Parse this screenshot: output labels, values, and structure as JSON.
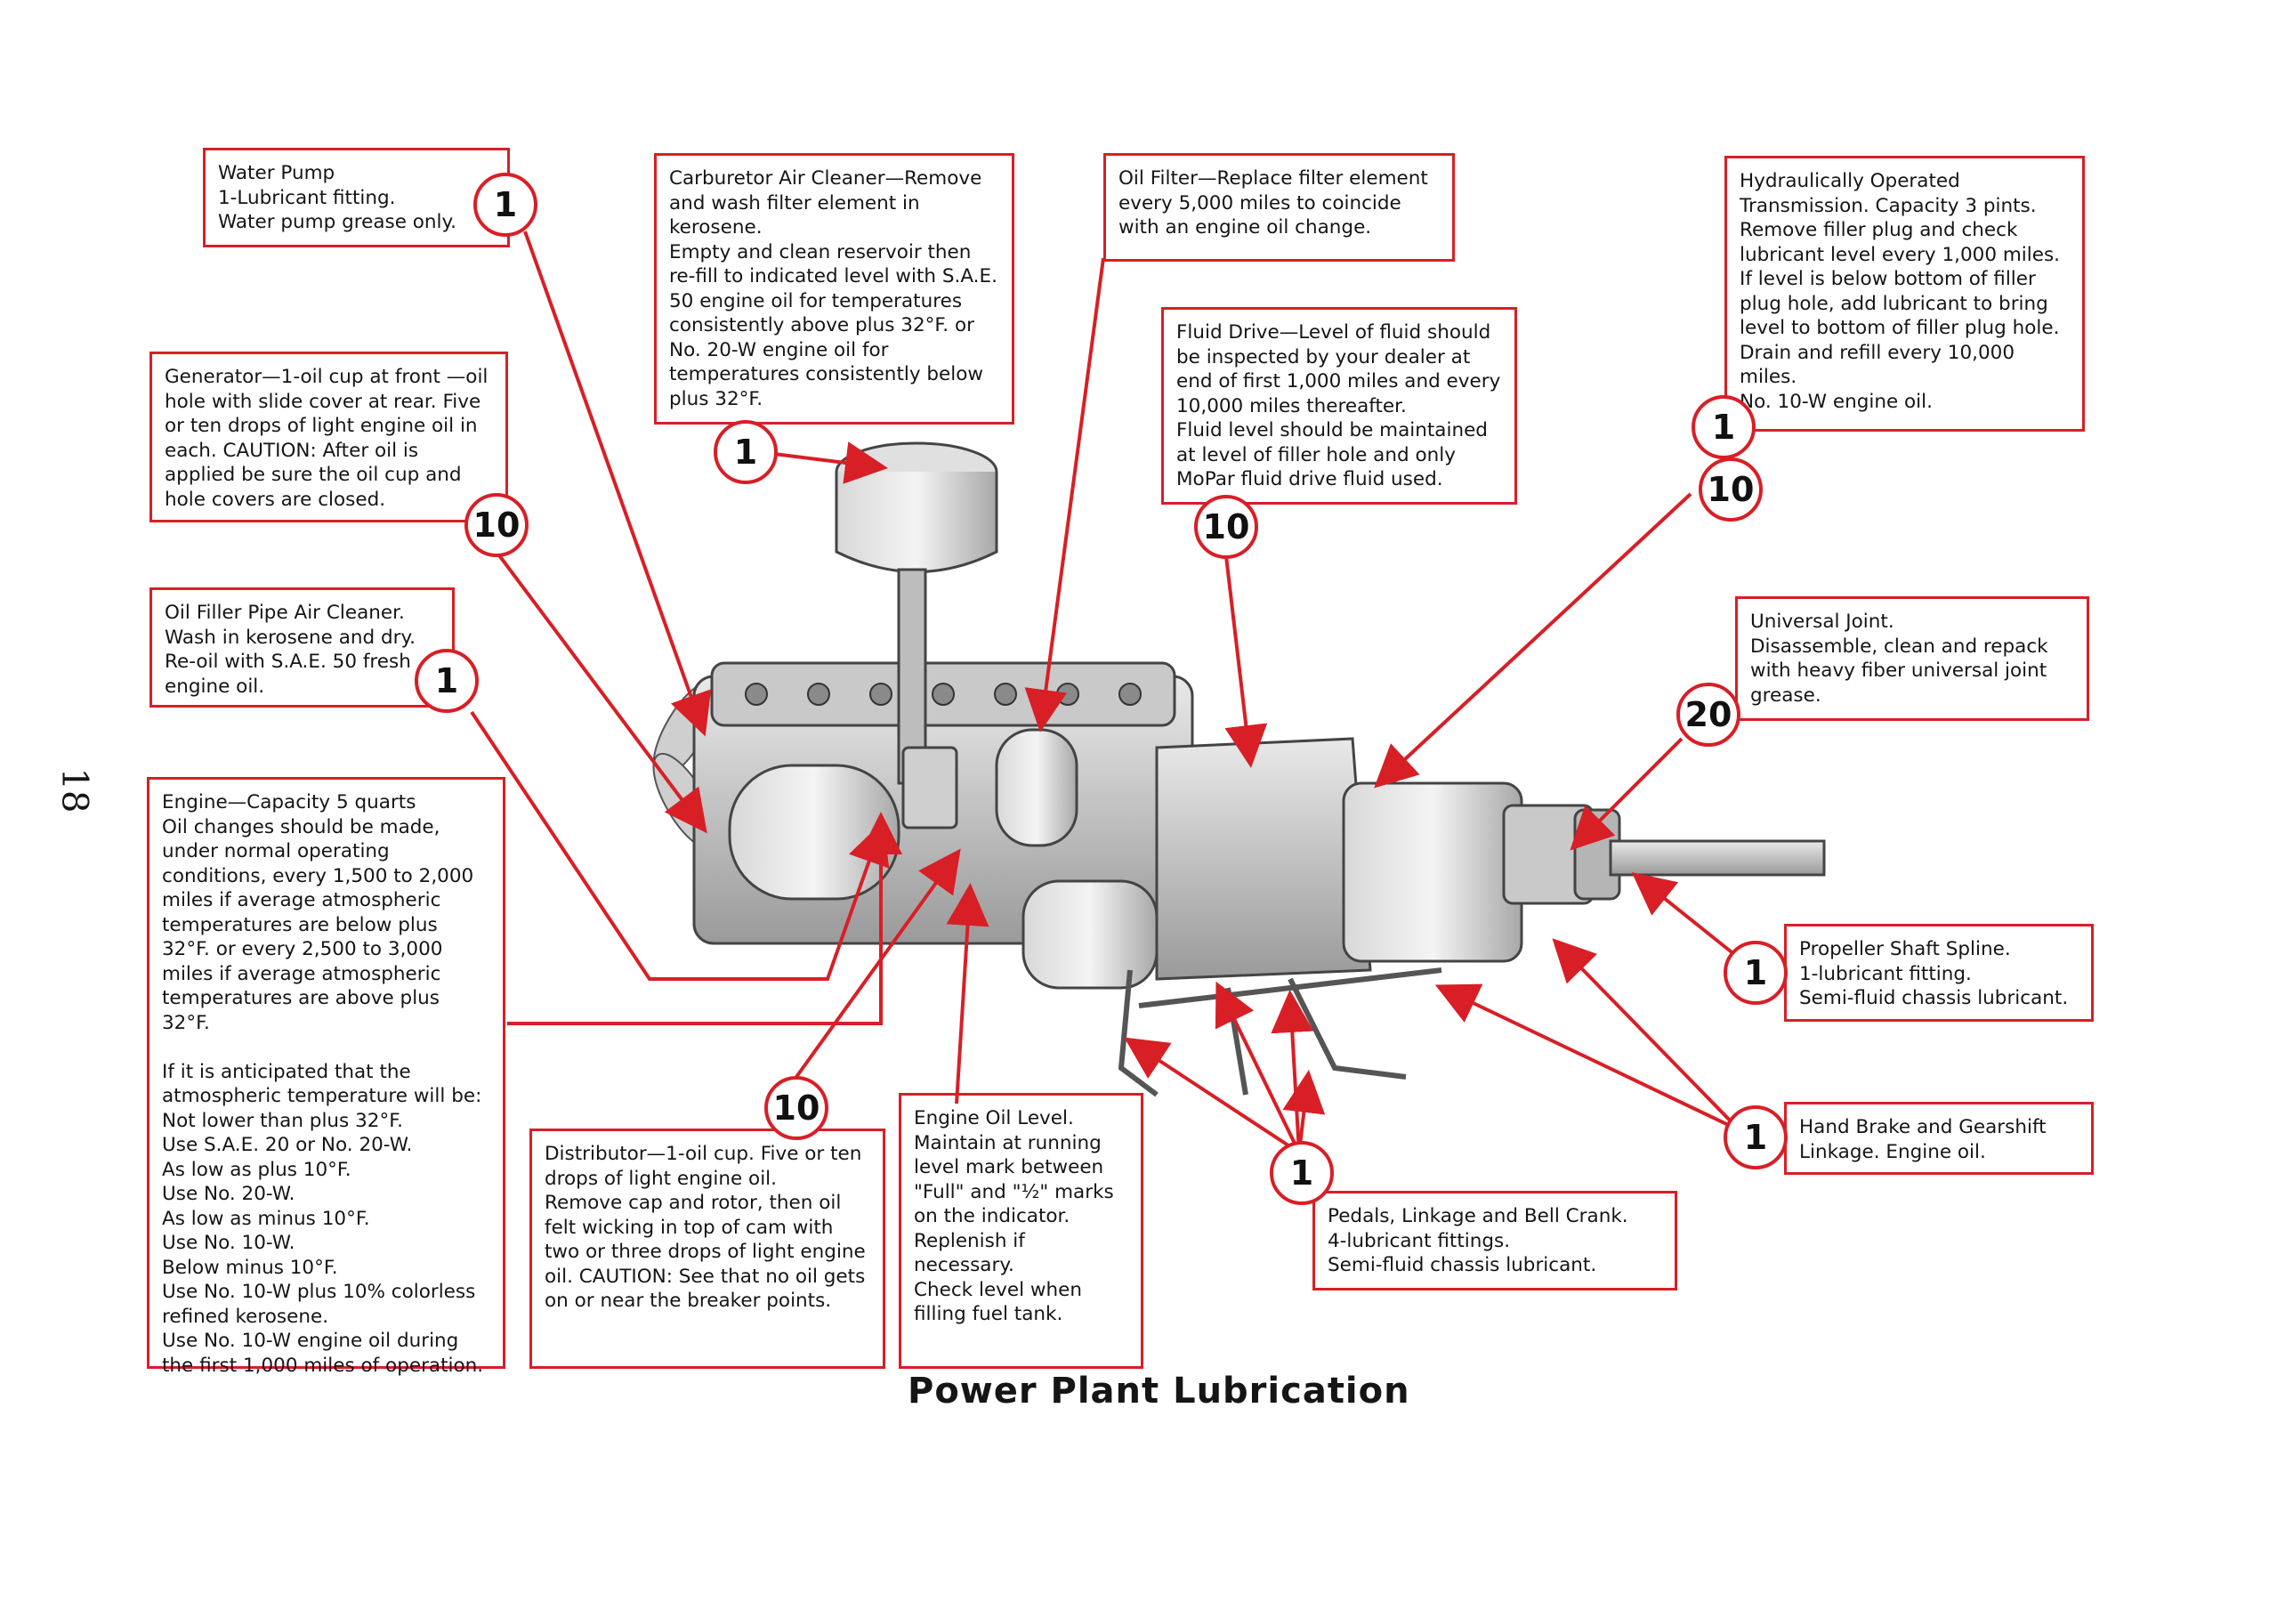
{
  "page_number": "18",
  "title": "Power Plant Lubrication",
  "colors": {
    "accent": "#d81f26",
    "text": "#151515"
  },
  "callouts": [
    {
      "id": "water_pump",
      "text": "Water Pump\n1-Lubricant fitting.\nWater pump grease only.",
      "badge": "1"
    },
    {
      "id": "carburetor",
      "text": "Carburetor Air Cleaner—Remove and wash filter element in kerosene.\nEmpty and clean reservoir then re-fill to indicated level with S.A.E. 50 engine oil for temperatures consistently above plus 32°F. or No. 20-W engine oil for temperatures consistently below plus 32°F.",
      "badge": "1"
    },
    {
      "id": "oil_filter",
      "text": "Oil Filter—Replace filter element every 5,000 miles to coincide with an engine oil change."
    },
    {
      "id": "hydraulic_transmission",
      "text": "Hydraulically Operated Transmission. Capacity 3 pints.\nRemove filler plug and check lubricant level every 1,000 miles. If level is below bottom of filler plug hole, add lubricant to bring level to bottom of filler plug hole. Drain and refill every 10,000 miles.\nNo. 10-W engine oil.",
      "badges": [
        "1",
        "10"
      ]
    },
    {
      "id": "fluid_drive",
      "text": "Fluid Drive—Level of fluid should be inspected by your dealer at end of first 1,000 miles and every 10,000 miles thereafter.\nFluid level should be maintained at level of filler hole and only MoPar fluid drive fluid used.",
      "badge": "10"
    },
    {
      "id": "generator",
      "text": "Generator—1-oil cup at front —oil hole with slide cover at rear. Five or ten drops of light engine oil in each. CAUTION: After oil is applied be sure the oil cup and hole covers are closed.",
      "badge": "10"
    },
    {
      "id": "oil_filler",
      "text": "Oil Filler Pipe Air Cleaner.\nWash in kerosene and dry.\nRe-oil with S.A.E. 50 fresh engine oil.",
      "badge": "1"
    },
    {
      "id": "universal_joint",
      "text": "Universal Joint.\nDisassemble, clean and repack with heavy fiber universal joint grease.",
      "badge": "20"
    },
    {
      "id": "engine",
      "text": "Engine—Capacity 5 quarts\nOil changes should be made, under normal operating conditions, every 1,500 to 2,000 miles if average atmospheric temperatures are below plus 32°F. or every 2,500 to 3,000 miles if average atmospheric temperatures are above plus 32°F.\n\nIf it is anticipated that the atmospheric temperature will be:\nNot lower than plus 32°F.\nUse S.A.E. 20 or No. 20-W.\nAs low as plus 10°F.\nUse No. 20-W.\nAs low as minus 10°F.\nUse No. 10-W.\nBelow minus 10°F.\nUse No. 10-W plus 10% colorless refined kerosene.\nUse No. 10-W engine oil during the first 1,000 miles of operation."
    },
    {
      "id": "distributor",
      "text": "Distributor—1-oil cup. Five or ten drops of light engine oil.\nRemove cap and rotor, then oil felt wicking in top of cam with two or three drops of light engine oil. CAUTION: See that no oil gets on or near the breaker points.",
      "badge": "10"
    },
    {
      "id": "engine_oil_level",
      "text": "Engine Oil Level.\nMaintain at running level mark between \"Full\" and \"½\" marks on the indicator.\nReplenish if necessary.\nCheck level when filling fuel tank."
    },
    {
      "id": "pedals",
      "text": "Pedals, Linkage and Bell Crank.\n4-lubricant fittings.\nSemi-fluid chassis lubricant.",
      "badge": "1"
    },
    {
      "id": "propeller_shaft",
      "text": "Propeller Shaft Spline.\n1-lubricant fitting.\nSemi-fluid chassis lubricant.",
      "badge": "1"
    },
    {
      "id": "hand_brake",
      "text": "Hand Brake and Gearshift Linkage. Engine oil.",
      "badge": "1"
    }
  ]
}
